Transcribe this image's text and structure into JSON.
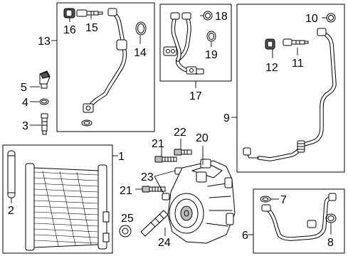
{
  "callouts": {
    "c1": "1",
    "c2": "2",
    "c3": "3",
    "c4": "4",
    "c5": "5",
    "c6": "6",
    "c7": "7",
    "c8": "8",
    "c9": "9",
    "c10": "10",
    "c11": "11",
    "c12": "12",
    "c13": "13",
    "c14": "14",
    "c15": "15",
    "c16": "16",
    "c17": "17",
    "c18": "18",
    "c19": "19",
    "c20": "20",
    "c21a": "21",
    "c21b": "21",
    "c22": "22",
    "c23": "23",
    "c24": "24",
    "c25": "25"
  }
}
